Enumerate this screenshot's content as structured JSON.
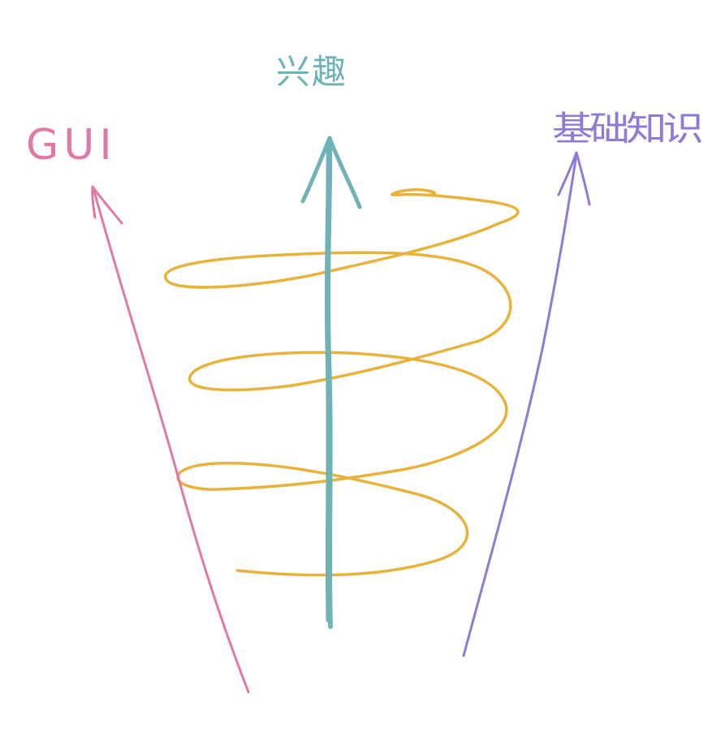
{
  "labels": {
    "left": "GUI",
    "center": "兴趣",
    "right": "基础知识"
  },
  "colors": {
    "left": "#e07aa5",
    "center": "#6fb3b8",
    "right": "#8f7ad8",
    "spiral": "#e8b33c",
    "background": "#ffffff"
  }
}
